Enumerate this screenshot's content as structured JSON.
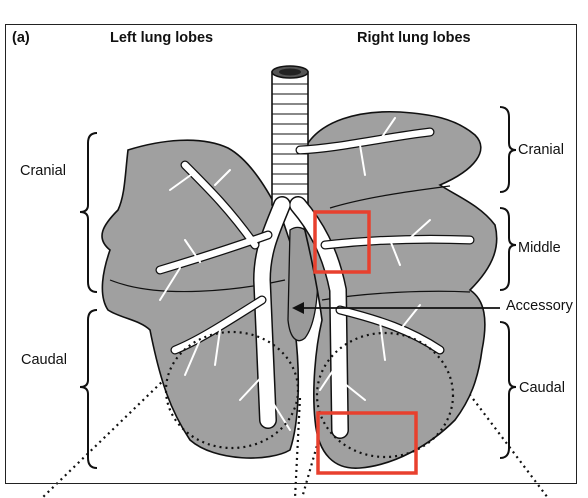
{
  "panel_label": "(a)",
  "headers": {
    "left": "Left lung lobes",
    "right": "Right lung lobes"
  },
  "left_labels": {
    "cranial": "Cranial",
    "caudal": "Caudal"
  },
  "right_labels": {
    "cranial": "Cranial",
    "middle": "Middle",
    "accessory": "Accessory",
    "caudal": "Caudal"
  },
  "colors": {
    "lobe_fill": "#a0a0a0",
    "airway": "#ffffff",
    "outline": "#111111",
    "highlight_box": "#e8402e"
  }
}
